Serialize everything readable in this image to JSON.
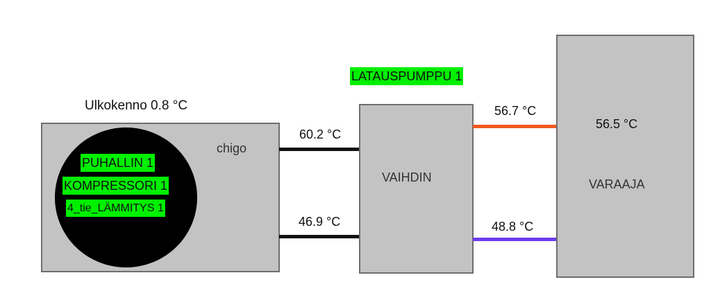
{
  "outdoor_unit": {
    "title": "Ulkokenno 0.8 °C",
    "brand": "chigo",
    "statuses": [
      {
        "label": "PUHALLIN 1",
        "color": "#00f000"
      },
      {
        "label": "KOMPRESSORI 1",
        "color": "#00f000"
      },
      {
        "label": "4_tie_LÄMMITYS 1",
        "color": "#00f000"
      }
    ]
  },
  "pipes_left": {
    "supply_temp": "60.2 °C",
    "return_temp": "46.9 °C",
    "color": "#111111"
  },
  "exchanger": {
    "label": "VAIHDIN",
    "pump_status": "LATAUSPUMPPU 1",
    "pump_color": "#00f000"
  },
  "pipes_right": {
    "supply_temp": "56.7 °C",
    "supply_color": "#f05a1e",
    "return_temp": "48.8 °C",
    "return_color": "#6a3cf0"
  },
  "tank": {
    "label": "VARAAJA",
    "temp": "56.5 °C"
  }
}
